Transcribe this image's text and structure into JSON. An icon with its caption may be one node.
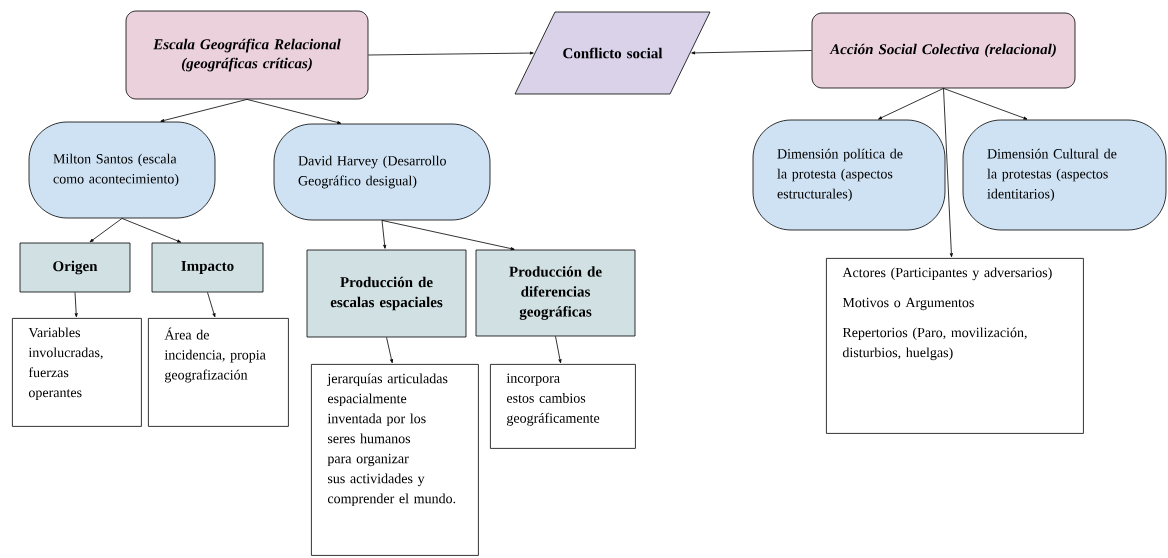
{
  "diagram": {
    "nodes": [
      {
        "text": [
          "Escala Geográfica Relacional (geográficas críticas)"
        ]
      },
      {
        "text": [
          "Conflicto social"
        ]
      },
      {
        "text": [
          "Acción Social Colectiva (relacional)"
        ]
      },
      {
        "text": [
          "Milton Santos (escala como acontecimiento)"
        ]
      },
      {
        "text": [
          "David Harvey (Desarrollo Geográfico desigual)"
        ]
      },
      {
        "text": [
          "Origen"
        ]
      },
      {
        "text": [
          "Impacto"
        ]
      },
      {
        "text": [
          "Producción de escalas espaciales"
        ]
      },
      {
        "text": [
          "Producción de diferencias geográficas"
        ]
      },
      {
        "text": [
          "Variables involucradas, fuerzas operantes"
        ]
      },
      {
        "text": [
          "Área de incidencia, propia geografización"
        ]
      },
      {
        "text": [
          "jerarquías articuladas espacialmente inventada por los seres humanos para organizar sus actividades y comprender el mundo."
        ]
      },
      {
        "text": [
          "incorpora estos cambios geográficamente"
        ]
      },
      {
        "text": [
          "Dimensión política de la protesta (aspectos estructurales)"
        ]
      },
      {
        "text": [
          "Dimensión Cultural de la protestas (aspectos identitarios)"
        ]
      },
      {
        "text": [
          "Actores (Participantes y adversarios)",
          "Motivos o Argumentos",
          "Repertorios (Paro, movilización, disturbios, huelgas)"
        ]
      }
    ],
    "edges": [
      {
        "from": 0,
        "to": 1,
        "arrow": "to"
      },
      {
        "from": 2,
        "to": 1,
        "arrow": "to"
      },
      {
        "from": 0,
        "to": 3,
        "arrow": "to"
      },
      {
        "from": 0,
        "to": 4,
        "arrow": "to"
      },
      {
        "from": 3,
        "to": 5,
        "arrow": "to"
      },
      {
        "from": 3,
        "to": 6,
        "arrow": "to"
      },
      {
        "from": 4,
        "to": 7,
        "arrow": "to"
      },
      {
        "from": 4,
        "to": 8,
        "arrow": "to"
      },
      {
        "from": 5,
        "to": 9,
        "arrow": "to"
      },
      {
        "from": 6,
        "to": 10,
        "arrow": "to"
      },
      {
        "from": 7,
        "to": 11,
        "arrow": "to"
      },
      {
        "from": 8,
        "to": 12,
        "arrow": "to"
      },
      {
        "from": 2,
        "to": 13,
        "arrow": "to"
      },
      {
        "from": 2,
        "to": 14,
        "arrow": "to"
      },
      {
        "from": 2,
        "to": 15,
        "arrow": "to"
      }
    ]
  }
}
